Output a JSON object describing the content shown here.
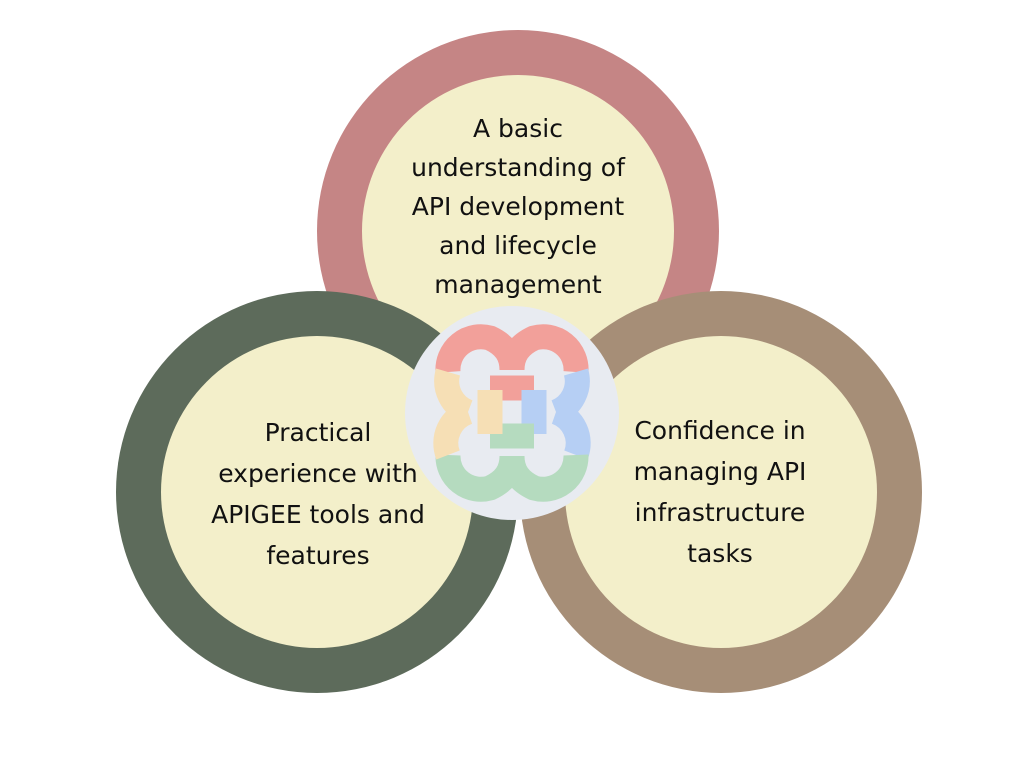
{
  "diagram": {
    "top_circle": {
      "text": "A basic\nunderstanding of\nAPI development\nand lifecycle\nmanagement",
      "ring_color": "#c58585",
      "fill_color": "#f3efca"
    },
    "left_circle": {
      "text": "Practical\nexperience with\nAPIGEE tools and\nfeatures",
      "ring_color": "#5d6b5b",
      "fill_color": "#f3efca"
    },
    "right_circle": {
      "text": "Confidence in\nmanaging API\ninfrastructure\ntasks",
      "ring_color": "#a68e77",
      "fill_color": "#f3efca"
    },
    "center_logo": {
      "icon": "apigee-logo-icon",
      "background_color": "#e8ebf1",
      "colors": {
        "red": "#f2a09a",
        "blue": "#b6cff4",
        "green": "#b5dbbf",
        "yellow": "#f6dfb5"
      }
    }
  }
}
